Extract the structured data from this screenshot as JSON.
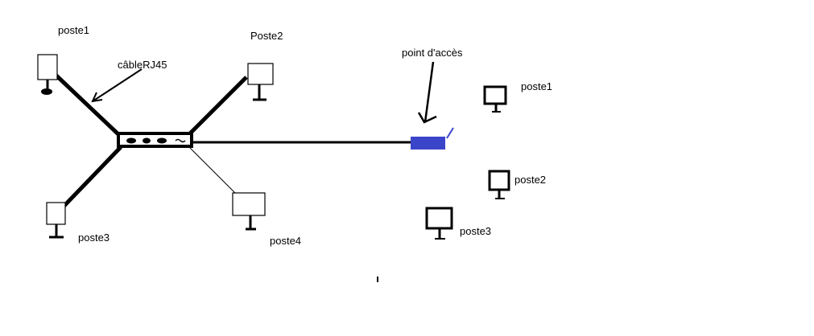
{
  "wired": {
    "cable_label": "câbleRJ45",
    "stations": [
      "poste1",
      "Poste2",
      "poste3",
      "poste4"
    ]
  },
  "wireless": {
    "access_point_label": "point d'accès",
    "stations": [
      "poste1",
      "poste2",
      "poste3"
    ]
  },
  "colors": {
    "access_point": "#3a45c9",
    "ink": "#000000"
  }
}
